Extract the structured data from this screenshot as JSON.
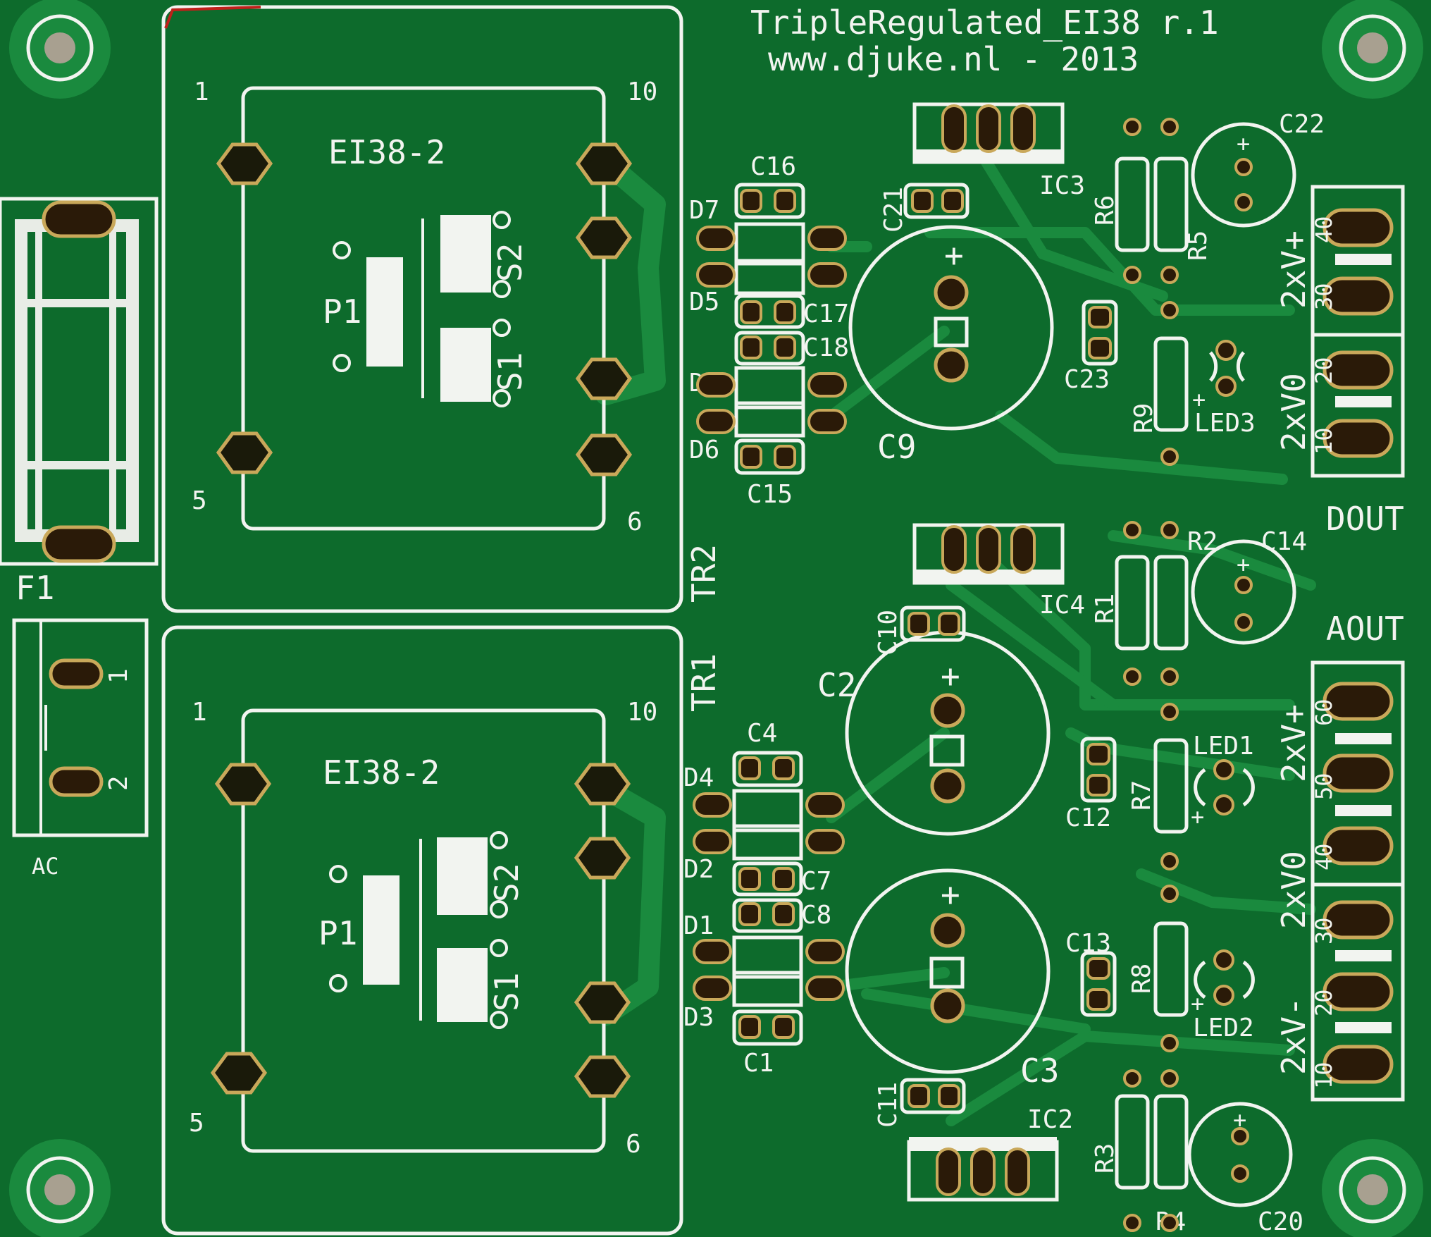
{
  "board": {
    "title": "TripleRegulated_EI38 r.1",
    "subtitle": "www.djuke.nl - 2013"
  },
  "transformers": [
    {
      "ref": "TR2",
      "type": "EI38-2",
      "pin1": "1",
      "pin5": "5",
      "pin6": "6",
      "pin10": "10",
      "primary": "P1",
      "sec1": "S1",
      "sec2": "S2"
    },
    {
      "ref": "TR1",
      "type": "EI38-2",
      "pin1": "1",
      "pin5": "5",
      "pin6": "6",
      "pin10": "10",
      "primary": "P1",
      "sec1": "S1",
      "sec2": "S2"
    }
  ],
  "fuse": {
    "ref": "F1"
  },
  "ac": {
    "ref": "AC",
    "pin1": "1",
    "pin2": "2"
  },
  "upper": {
    "diodes": [
      "D7",
      "D5",
      "D8",
      "D6"
    ],
    "caps": [
      "C16",
      "C17",
      "C18",
      "C15",
      "C21",
      "C22",
      "C23",
      "C9"
    ],
    "ic": "IC3",
    "resistors": [
      "R6",
      "R5",
      "R9"
    ],
    "led": "LED3",
    "connector": {
      "name": "DOUT",
      "rails": [
        "2xV+",
        "2xV0"
      ],
      "pins": [
        "40",
        "30",
        "20",
        "10"
      ]
    }
  },
  "lower": {
    "diodes": [
      "D4",
      "D2",
      "D1",
      "D3"
    ],
    "caps": [
      "C4",
      "C7",
      "C8",
      "C1",
      "C10",
      "C14",
      "C12",
      "C13",
      "C11",
      "C20",
      "C2",
      "C3"
    ],
    "ics": [
      "IC4",
      "IC2"
    ],
    "resistors": [
      "R2",
      "R1",
      "R7",
      "R8",
      "R3",
      "R4"
    ],
    "leds": [
      "LED1",
      "LED2"
    ],
    "connector": {
      "name": "AOUT",
      "rails": [
        "2xV+",
        "2xV0",
        "2xV-"
      ],
      "pins": [
        "60",
        "50",
        "40",
        "30",
        "20",
        "10"
      ]
    }
  },
  "colors": {
    "board": "#0d6b2c",
    "trace": "#1a8a3e",
    "silk": "#f2f4f0",
    "pad": "#b08a3a"
  }
}
